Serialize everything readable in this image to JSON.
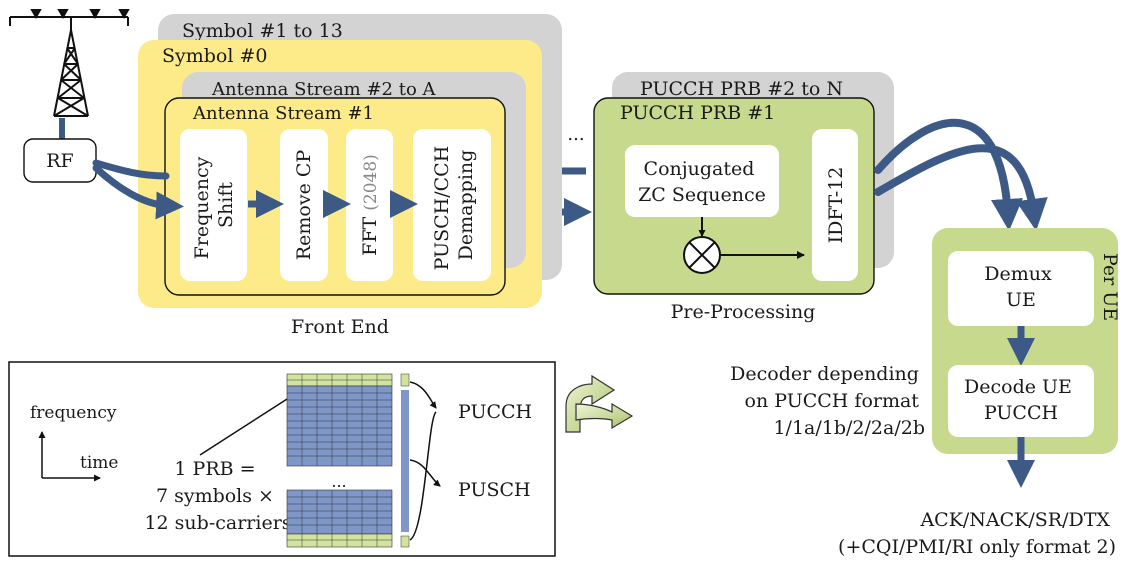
{
  "front_end": {
    "symbol_stack_label": "Symbol #1 to 13",
    "symbol0_label": "Symbol #0",
    "antenna_stack_label": "Antenna Stream #2 to A",
    "antenna1_label": "Antenna Stream #1",
    "caption": "Front End",
    "blocks": {
      "freq_shift": [
        "Frequency",
        "Shift"
      ],
      "remove_cp": "Remove CP",
      "fft": "FFT",
      "fft_size": "(2048)",
      "demapping": [
        "PUSCH/CCH",
        "Demapping"
      ]
    }
  },
  "rf_label": "RF",
  "ellipsis": "...",
  "pre_processing": {
    "prb_stack_label": "PUCCH PRB #2 to N",
    "prb1_label": "PUCCH PRB #1",
    "zc_lines": [
      "Conjugated",
      "ZC Sequence"
    ],
    "idft": "IDFT-12",
    "caption": "Pre-Processing"
  },
  "per_ue": {
    "label": "Per UE",
    "demux": [
      "Demux",
      "UE"
    ],
    "decode": [
      "Decode UE",
      "PUCCH"
    ],
    "decoder_note": [
      "Decoder depending",
      "on PUCCH format",
      "1/1a/1b/2/2a/2b"
    ],
    "output": [
      "ACK/NACK/SR/DTX",
      "(+CQI/PMI/RI only format 2)"
    ]
  },
  "legend": {
    "freq_axis": "frequency",
    "time_axis": "time",
    "prb_def": [
      "1 PRB =",
      "7 symbols ×",
      "12 sub-carriers"
    ],
    "grid_ellipsis": "...",
    "pucch": "PUCCH",
    "pusch": "PUSCH"
  },
  "colors": {
    "yellow": "#fdeb8a",
    "gray": "#d3d3d3",
    "green": "#c6d98c",
    "arrow_blue": "#3d5a87",
    "grid_blue": "#7f96c9",
    "grid_green": "#d2e3a0"
  }
}
